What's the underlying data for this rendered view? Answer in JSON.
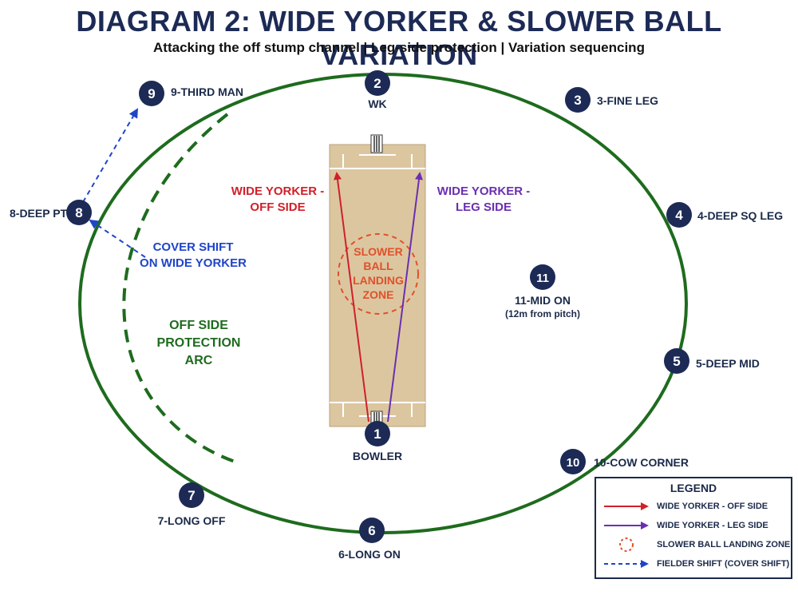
{
  "title": "DIAGRAM 2: WIDE YORKER & SLOWER BALL VARIATION",
  "subtitle": "Attacking the off stump channel  |  Leg-side protection  |  Variation sequencing",
  "fielders": [
    {
      "number": "1",
      "label": "BOWLER"
    },
    {
      "number": "2",
      "label": "WK"
    },
    {
      "number": "3",
      "label": "3-FINE LEG"
    },
    {
      "number": "4",
      "label": "4-DEEP SQ LEG"
    },
    {
      "number": "5",
      "label": "5-DEEP MID"
    },
    {
      "number": "6",
      "label": "6-LONG ON"
    },
    {
      "number": "7",
      "label": "7-LONG OFF"
    },
    {
      "number": "8",
      "label": "8-DEEP PT"
    },
    {
      "number": "9",
      "label": "9-THIRD MAN"
    },
    {
      "number": "10",
      "label": "10-COW CORNER"
    },
    {
      "number": "11",
      "label": "11-MID ON",
      "note": "(12m from pitch)"
    }
  ],
  "annotations": {
    "wide_yorker_off": [
      "WIDE YORKER -",
      "OFF SIDE"
    ],
    "wide_yorker_leg": [
      "WIDE YORKER -",
      "LEG SIDE"
    ],
    "cover_shift": [
      "COVER SHIFT",
      "ON WIDE YORKER"
    ],
    "off_side_arc": [
      "OFF SIDE",
      "PROTECTION",
      "ARC"
    ],
    "slower_ball_zone": [
      "SLOWER",
      "BALL",
      "LANDING",
      "ZONE"
    ]
  },
  "legend": {
    "title": "LEGEND",
    "items": [
      {
        "label": "WIDE YORKER - OFF SIDE",
        "icon": "red-arrow"
      },
      {
        "label": "WIDE YORKER - LEG SIDE",
        "icon": "purple-arrow"
      },
      {
        "label": "SLOWER BALL LANDING ZONE",
        "icon": "dashed-orange-circle"
      },
      {
        "label": "FIELDER SHIFT (COVER SHIFT)",
        "icon": "dashed-blue-arrow"
      }
    ]
  },
  "colors": {
    "boundary": "#1e6b1e",
    "pitch": "#dcc6a0",
    "marker": "#1c2a55",
    "off_side_yorker": "#d0202a",
    "leg_side_yorker": "#6a2fb0",
    "landing_zone": "#e0512a",
    "cover_shift": "#1f45c8"
  }
}
